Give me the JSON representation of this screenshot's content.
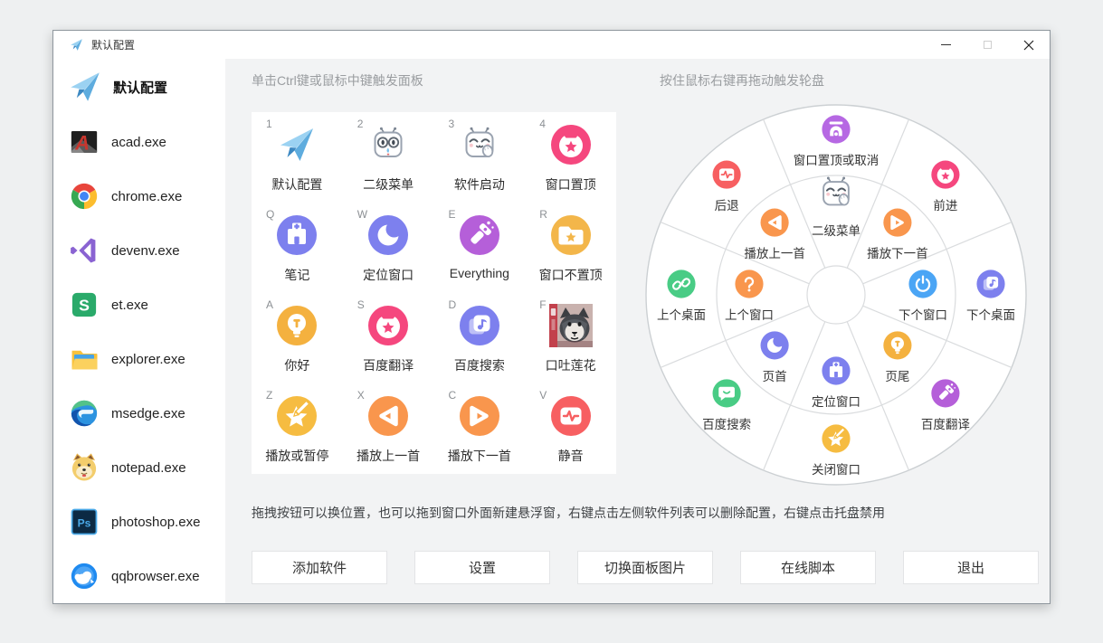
{
  "window": {
    "title": "默认配置"
  },
  "sidebar": {
    "header": {
      "label": "默认配置",
      "icon": "paper-plane"
    },
    "items": [
      {
        "label": "acad.exe",
        "icon": "acad"
      },
      {
        "label": "chrome.exe",
        "icon": "chrome"
      },
      {
        "label": "devenv.exe",
        "icon": "devenv"
      },
      {
        "label": "et.exe",
        "icon": "et"
      },
      {
        "label": "explorer.exe",
        "icon": "explorer"
      },
      {
        "label": "msedge.exe",
        "icon": "msedge"
      },
      {
        "label": "notepad.exe",
        "icon": "notepad-doge"
      },
      {
        "label": "photoshop.exe",
        "icon": "photoshop"
      },
      {
        "label": "qqbrowser.exe",
        "icon": "qqbrowser"
      }
    ]
  },
  "panel": {
    "hint": "单击Ctrl键或鼠标中键触发面板",
    "cells": [
      {
        "key": "1",
        "label": "默认配置",
        "icon": "paper-plane",
        "color": ""
      },
      {
        "key": "2",
        "label": "二级菜单",
        "icon": "face-angry",
        "color": ""
      },
      {
        "key": "3",
        "label": "软件启动",
        "icon": "face-happy",
        "color": ""
      },
      {
        "key": "4",
        "label": "窗口置顶",
        "icon": "badge-star",
        "color": "#f5477e"
      },
      {
        "key": "Q",
        "label": "笔记",
        "icon": "building",
        "color": "#7d80ee"
      },
      {
        "key": "W",
        "label": "定位窗口",
        "icon": "moon",
        "color": "#7d80ee"
      },
      {
        "key": "E",
        "label": "Everything",
        "icon": "flashlight",
        "color": "#b55fd9"
      },
      {
        "key": "R",
        "label": "窗口不置顶",
        "icon": "folder-star",
        "color": "#f3b64a"
      },
      {
        "key": "A",
        "label": "你好",
        "icon": "bulb",
        "color": "#f4b13f"
      },
      {
        "key": "S",
        "label": "百度翻译",
        "icon": "badge-star",
        "color": "#f5477e"
      },
      {
        "key": "D",
        "label": "百度搜索",
        "icon": "music-pages",
        "color": "#7d80ee"
      },
      {
        "key": "F",
        "label": "口吐莲花",
        "icon": "dog-photo",
        "color": ""
      },
      {
        "key": "Z",
        "label": "播放或暂停",
        "icon": "star-pencil",
        "color": "#f6bc41"
      },
      {
        "key": "X",
        "label": "播放上一首",
        "icon": "skip-prev",
        "color": "#f9964d"
      },
      {
        "key": "C",
        "label": "播放下一首",
        "icon": "skip-next",
        "color": "#f9964d"
      },
      {
        "key": "V",
        "label": "静音",
        "icon": "pulse",
        "color": "#f75f61"
      }
    ]
  },
  "wheel": {
    "hint": "按住鼠标右键再拖动触发轮盘",
    "outer": [
      {
        "label": "窗口置顶或取消",
        "icon": "arch",
        "color": "#b668e3"
      },
      {
        "label": "前进",
        "icon": "badge-star",
        "color": "#f5477e"
      },
      {
        "label": "下个桌面",
        "icon": "music-pages",
        "color": "#7d80ee"
      },
      {
        "label": "百度翻译",
        "icon": "flashlight",
        "color": "#b55fd9"
      },
      {
        "label": "关闭窗口",
        "icon": "star-pencil",
        "color": "#f6bc41"
      },
      {
        "label": "百度搜索",
        "icon": "chat",
        "color": "#49cc85"
      },
      {
        "label": "上个桌面",
        "icon": "link",
        "color": "#49cc85"
      },
      {
        "label": "后退",
        "icon": "pulse",
        "color": "#f75f61"
      }
    ],
    "inner": [
      {
        "label": "二级菜单",
        "icon": "face-happy",
        "color": ""
      },
      {
        "label": "播放下一首",
        "icon": "skip-next",
        "color": "#f9964d"
      },
      {
        "label": "下个窗口",
        "icon": "power",
        "color": "#4ba5f5"
      },
      {
        "label": "页尾",
        "icon": "bulb",
        "color": "#f4b13f"
      },
      {
        "label": "定位窗口",
        "icon": "building",
        "color": "#7d80ee"
      },
      {
        "label": "页首",
        "icon": "moon",
        "color": "#7d80ee"
      },
      {
        "label": "上个窗口",
        "icon": "question",
        "color": "#f9964d"
      },
      {
        "label": "播放上一首",
        "icon": "skip-prev",
        "color": "#f9964d"
      }
    ]
  },
  "footer": {
    "hint": "拖拽按钮可以换位置，也可以拖到窗口外面新建悬浮窗，右键点击左侧软件列表可以删除配置，右键点击托盘禁用",
    "buttons": [
      "添加软件",
      "设置",
      "切换面板图片",
      "在线脚本",
      "退出"
    ]
  }
}
